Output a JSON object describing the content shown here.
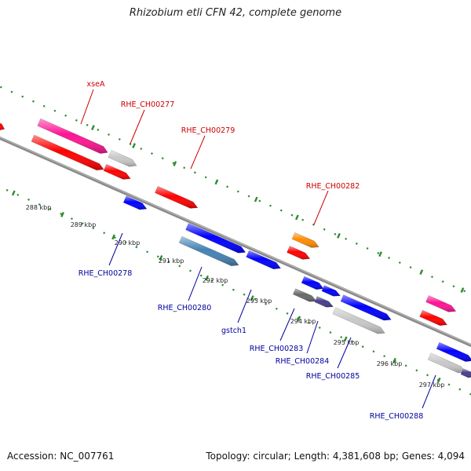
{
  "title": "Rhizobium etli CFN 42, complete genome",
  "footer": {
    "accession": "Accession: NC_007761",
    "topology": "Topology: circular; Length: 4,381,608 bp; Genes: 4,094"
  },
  "colors": {
    "backbone": "#8a8a8a",
    "ticks": "#2e8b2e",
    "label_forward": "#cc0000",
    "label_reverse": "#00009c"
  },
  "scale_ticks": [
    {
      "label": "288 kbp"
    },
    {
      "label": "289 kbp"
    },
    {
      "label": "290 kbp"
    },
    {
      "label": "291 kbp"
    },
    {
      "label": "292 kbp"
    },
    {
      "label": "293 kbp"
    },
    {
      "label": "294 kbp"
    },
    {
      "label": "295 kbp"
    },
    {
      "label": "296 kbp"
    },
    {
      "label": "297 kbp"
    }
  ],
  "features": [
    {
      "id": "f0",
      "color": "#ff0000",
      "dir": "forward"
    },
    {
      "id": "f1",
      "color": "#ff1493",
      "dir": "forward"
    },
    {
      "id": "f2",
      "color": "#c8c8c8",
      "dir": "forward"
    },
    {
      "id": "f3",
      "color": "#ff0000",
      "dir": "forward"
    },
    {
      "id": "f4",
      "color": "#ff0000",
      "dir": "forward"
    },
    {
      "id": "f5",
      "color": "#ff0000",
      "dir": "forward"
    },
    {
      "id": "f6",
      "color": "#0000ff",
      "dir": "reverse"
    },
    {
      "id": "f7",
      "color": "#0000ff",
      "dir": "reverse"
    },
    {
      "id": "f8",
      "color": "#4682b4",
      "dir": "reverse"
    },
    {
      "id": "f9",
      "color": "#0000ff",
      "dir": "reverse"
    },
    {
      "id": "f10",
      "color": "#ff8c00",
      "dir": "forward"
    },
    {
      "id": "f11",
      "color": "#ff0000",
      "dir": "forward"
    },
    {
      "id": "f12",
      "color": "#0000ff",
      "dir": "reverse"
    },
    {
      "id": "f13",
      "color": "#0000ff",
      "dir": "reverse"
    },
    {
      "id": "f14",
      "color": "#696969",
      "dir": "reverse"
    },
    {
      "id": "f15",
      "color": "#483d8b",
      "dir": "reverse"
    },
    {
      "id": "f16",
      "color": "#0000ff",
      "dir": "reverse"
    },
    {
      "id": "f17",
      "color": "#c8c8c8",
      "dir": "reverse"
    },
    {
      "id": "f18",
      "color": "#ff1493",
      "dir": "forward"
    },
    {
      "id": "f19",
      "color": "#ff0000",
      "dir": "forward"
    },
    {
      "id": "f20",
      "color": "#0000ff",
      "dir": "reverse"
    },
    {
      "id": "f21",
      "color": "#c8c8c8",
      "dir": "reverse"
    },
    {
      "id": "f22",
      "color": "#483d8b",
      "dir": "reverse"
    }
  ],
  "gene_labels": [
    {
      "text": "xseA",
      "strand": "forward"
    },
    {
      "text": "RHE_CH00277",
      "strand": "forward"
    },
    {
      "text": "RHE_CH00279",
      "strand": "forward"
    },
    {
      "text": "RHE_CH00282",
      "strand": "forward"
    },
    {
      "text": "RHE_CH00278",
      "strand": "reverse"
    },
    {
      "text": "RHE_CH00280",
      "strand": "reverse"
    },
    {
      "text": "gstch1",
      "strand": "reverse"
    },
    {
      "text": "RHE_CH00283",
      "strand": "reverse"
    },
    {
      "text": "RHE_CH00284",
      "strand": "reverse"
    },
    {
      "text": "RHE_CH00285",
      "strand": "reverse"
    },
    {
      "text": "RHE_CH00288",
      "strand": "reverse"
    }
  ]
}
